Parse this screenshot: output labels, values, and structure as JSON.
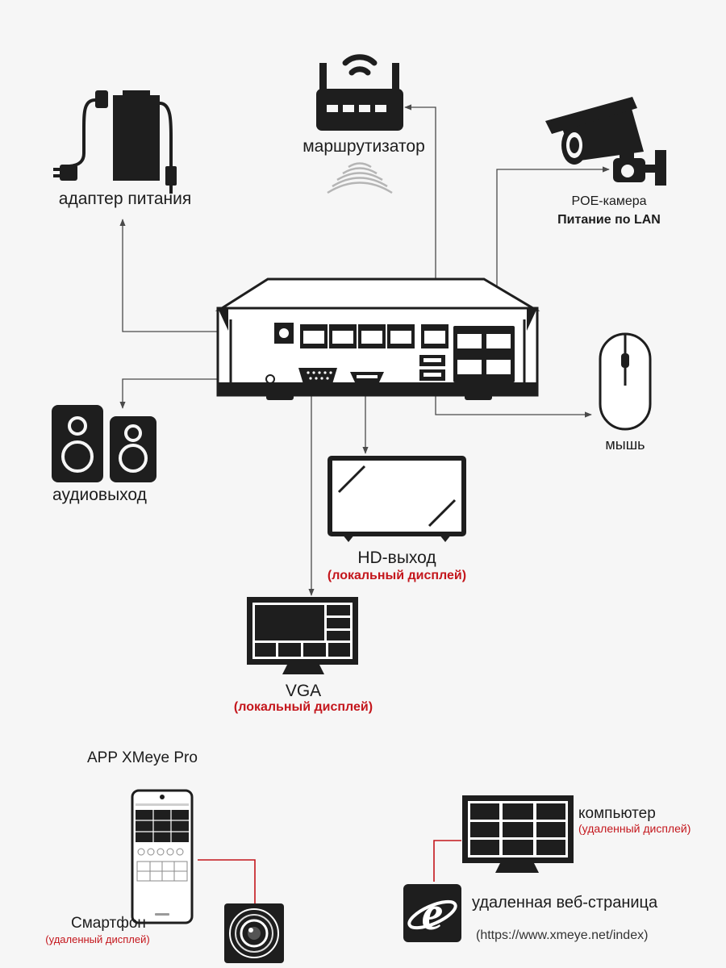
{
  "labels": {
    "power_adapter": "адаптер питания",
    "router": "маршрутизатор",
    "poe_camera": "POE-камера",
    "poe_camera_sub": "Питание по LAN",
    "audio_out": "аудиовыход",
    "mouse": "мышь",
    "hd_out": "HD-выход",
    "hd_out_sub": "(локальный дисплей)",
    "vga": "VGA",
    "vga_sub": "(локальный дисплей)",
    "app": "APP XMeye Pro",
    "smartphone": "Смартфон",
    "smartphone_sub": "(удаленный дисплей)",
    "computer": "компьютер",
    "computer_sub": "(удаленный дисплей)",
    "web_page": "удаленная веб-страница",
    "web_url": "(https://www.xmeye.net/index)"
  },
  "colors": {
    "icon": "#1e1e1e",
    "line": "#4a4a4a",
    "remote_link": "#c4161c",
    "subtitle": "#c4161c",
    "background": "#f6f6f6"
  },
  "icons": [
    "power-adapter-icon",
    "router-icon",
    "wifi-icon",
    "cctv-camera-icon",
    "nvr-device-icon",
    "speakers-icon",
    "mouse-icon",
    "tv-icon",
    "monitor-icon",
    "smartphone-icon",
    "camera-lens-icon",
    "computer-monitor-icon",
    "browser-icon"
  ]
}
